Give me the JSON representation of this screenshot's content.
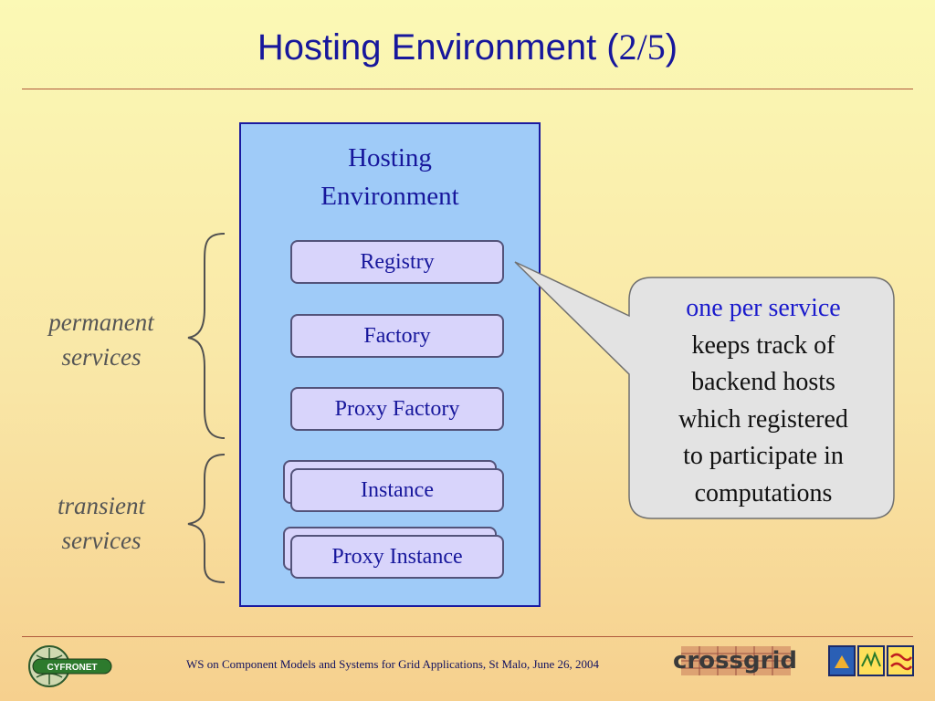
{
  "slide": {
    "title_main": "Hosting Environment (",
    "title_fraction": "2/5",
    "title_close": ")"
  },
  "environment": {
    "title_line1": "Hosting",
    "title_line2": "Environment",
    "services": {
      "registry": "Registry",
      "factory": "Factory",
      "proxy_factory": "Proxy Factory",
      "instance": "Instance",
      "proxy_instance": "Proxy Instance"
    }
  },
  "groups": {
    "permanent_line1": "permanent",
    "permanent_line2": "services",
    "transient_line1": "transient",
    "transient_line2": "services"
  },
  "callout": {
    "highlight": "one per service",
    "lines": [
      "keeps track of",
      "backend hosts",
      "which registered",
      "to participate in",
      "computations"
    ]
  },
  "footer": {
    "text": "WS on Component Models and Systems for Grid Applications, St Malo, June 26, 2004",
    "logo_left": "CYFRONET",
    "logo_center": "crossgrid"
  },
  "colors": {
    "title": "#17179c",
    "env_fill": "#9fcbf8",
    "service_fill": "#d8d4fb",
    "callout_fill": "#e3e3e3",
    "highlight": "#1a1acc"
  }
}
